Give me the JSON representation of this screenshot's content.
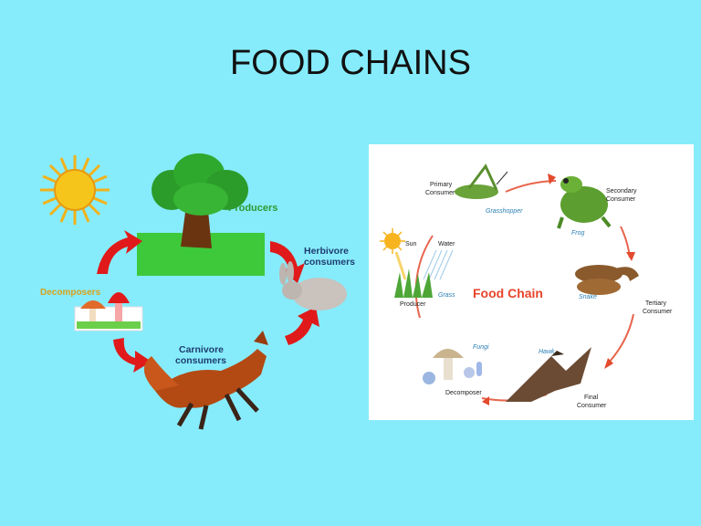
{
  "slide": {
    "title": "FOOD CHAINS"
  },
  "drawing": {
    "producers": "Producers",
    "herbivore_line1": "Herbivore",
    "herbivore_line2": "consumers",
    "carnivore_line1": "Carnivore",
    "carnivore_line2": "consumers",
    "decomposers": "Decomposers"
  },
  "diagram": {
    "title": "Food Chain",
    "primary_consumer_1": "Primary",
    "primary_consumer_2": "Consumer",
    "grasshopper": "Grasshopper",
    "secondary_consumer_1": "Secondary",
    "secondary_consumer_2": "Consumer",
    "frog": "Frog",
    "sun": "Sun",
    "water": "Water",
    "producer": "Producer",
    "grass": "Grass",
    "snake": "Snake",
    "tertiary_consumer_1": "Tertiary",
    "tertiary_consumer_2": "Consumer",
    "fungi": "Fungi",
    "hawk": "Hawk",
    "decomposer": "Decomposer",
    "final_consumer_1": "Final",
    "final_consumer_2": "Consumer"
  },
  "colors": {
    "background": "#86ecfc",
    "cycle_arrow": "#e34a2e",
    "label_green": "#2e9a2e",
    "label_blue": "#2a7fb5",
    "diagram_title": "#e8452b"
  }
}
